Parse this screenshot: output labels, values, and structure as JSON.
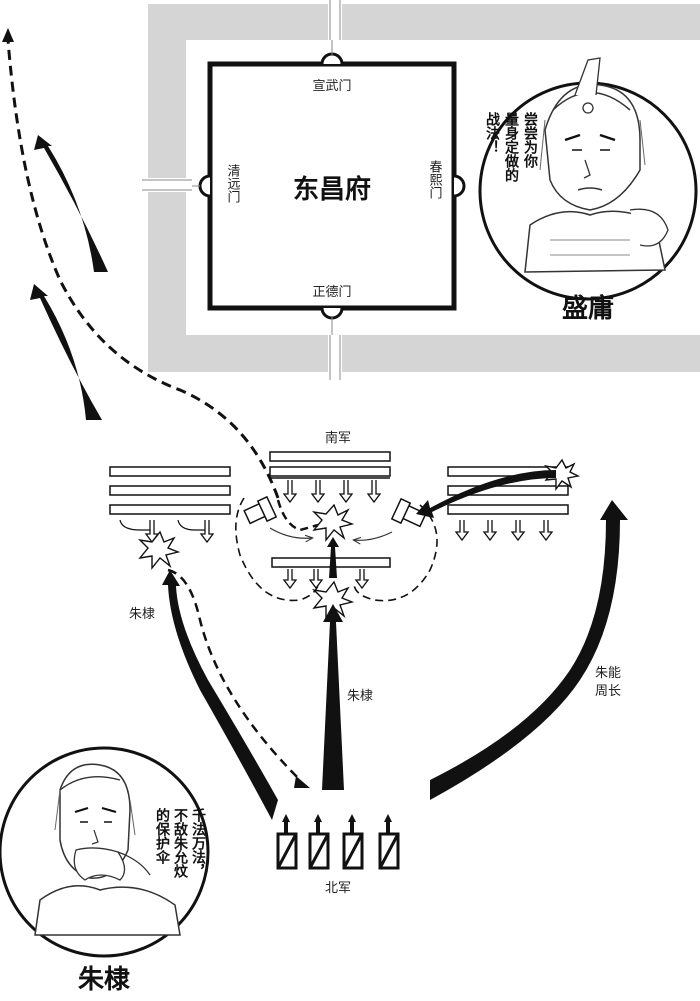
{
  "city": {
    "name": "东昌府",
    "gates": {
      "north": "宣武门",
      "south": "正德门",
      "west": "清远门",
      "east": "春熙门"
    }
  },
  "portraits": {
    "sheng_yong": {
      "name": "盛庸",
      "quote_lines": [
        "尝尝为你",
        "量身定做的",
        "战法！"
      ]
    },
    "zhu_di": {
      "name": "朱棣",
      "quote_lines": [
        "千法万法，",
        "不敌朱允炆",
        "的保护伞"
      ]
    }
  },
  "armies": {
    "south": "南军",
    "north": "北军"
  },
  "labels": {
    "zhu_di_left": "朱棣",
    "zhu_di_center": "朱棣",
    "zhu_neng_line1": "朱能",
    "zhu_neng_line2": "周长"
  },
  "colors": {
    "wall": "#d5d5d5",
    "ink": "#111111",
    "line": "#555555"
  }
}
